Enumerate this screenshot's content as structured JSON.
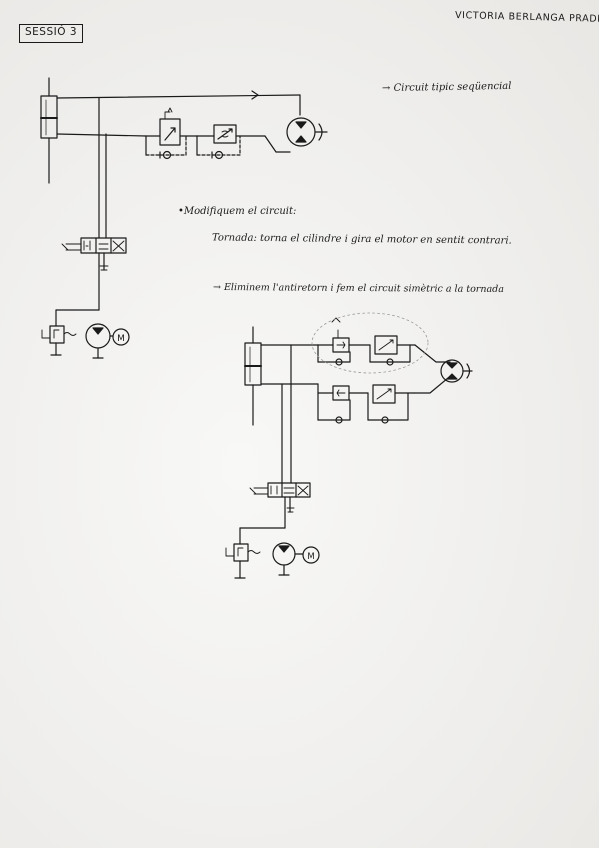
{
  "header": {
    "session_label": "SESSIÓ 3",
    "author": "VICTORIA BERLANGA PRADES"
  },
  "notes": {
    "circuit_type": "→ Circuit tipic seqüencial",
    "modify_circuit": "•Modifiquem el circuit:",
    "return_text": "Tornada: torna el cilindre i gira el motor en sentit contrari.",
    "eliminate_text": "→ Eliminem l'antiretorn i fem el circuit simètric a la tornada"
  },
  "symbols": {
    "motor_1": "M",
    "motor_2": "M"
  }
}
